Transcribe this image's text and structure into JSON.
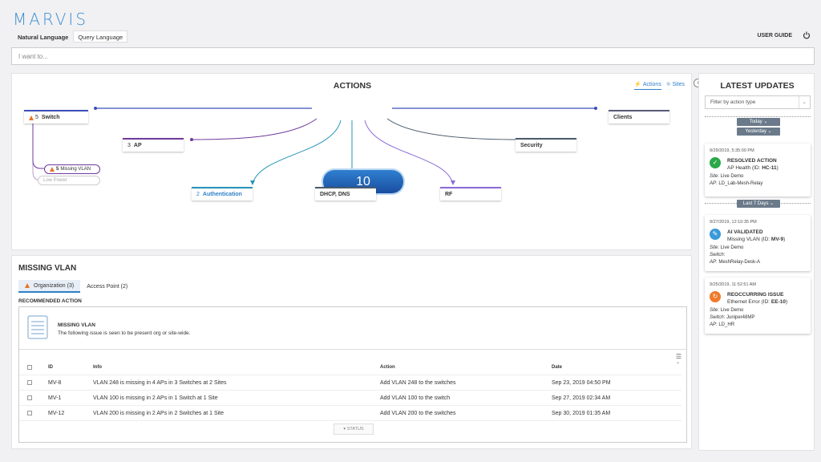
{
  "app": {
    "logo": "MARVIS"
  },
  "header": {
    "mode_tabs": [
      "Natural Language",
      "Query Language"
    ],
    "user_guide": "USER GUIDE"
  },
  "search": {
    "placeholder": "I want to..."
  },
  "actions": {
    "title": "ACTIONS",
    "view_actions": "Actions",
    "view_sites": "Sites",
    "total": "10",
    "nodes": {
      "switch": {
        "count": "5",
        "label": "Switch"
      },
      "ap": {
        "count": "3",
        "label": "AP"
      },
      "authentication": {
        "count": "2",
        "label": "Authentication"
      },
      "dhcp": {
        "label": "DHCP, DNS"
      },
      "rf": {
        "label": "RF"
      },
      "security": {
        "label": "Security"
      },
      "clients": {
        "label": "Clients"
      }
    },
    "sub_items": {
      "missing_vlan": {
        "count": "5",
        "label": "Missing VLAN"
      },
      "low_power": {
        "label": "Low Power"
      }
    }
  },
  "detail": {
    "title": "MISSING VLAN",
    "tabs": [
      "Organization (3)",
      "Access Point (2)"
    ],
    "recommended_label": "RECOMMENDED ACTION",
    "issue_name": "MISSING VLAN",
    "issue_desc": "The following issue is seen to be present org or site-wide.",
    "columns": {
      "id": "ID",
      "info": "Info",
      "action": "Action",
      "date": "Date"
    },
    "rows": [
      {
        "id": "MV-8",
        "info": "VLAN 248 is missing in 4 APs in 3 Switches at 2 Sites",
        "action": "Add VLAN 248 to the switches",
        "date": "Sep 23, 2019 04:50 PM"
      },
      {
        "id": "MV-1",
        "info": "VLAN 100 is missing in 2 APs in 1 Switch at 1 Site",
        "action": "Add VLAN 100 to the switch",
        "date": "Sep 27, 2019 02:34 AM"
      },
      {
        "id": "MV-12",
        "info": "VLAN 200 is missing in 2 APs in 2 Switches at 1 Site",
        "action": "Add VLAN 200 to the switches",
        "date": "Sep 30, 2019 01:35 AM"
      }
    ],
    "status_button": "STATUS"
  },
  "updates": {
    "title": "LATEST UPDATES",
    "filter_placeholder": "Filter by action type",
    "tags": {
      "today": "Today",
      "yesterday": "Yesterday",
      "last7": "Last 7 Days"
    },
    "cards": [
      {
        "timestamp": "9/29/2019, 5:35:00 PM",
        "title": "RESOLVED ACTION",
        "subtitle_prefix": "AP Health (ID: ",
        "subtitle_id": "HC-11",
        "lines": [
          {
            "k": "Site",
            "v": ": Live Demo"
          },
          {
            "k": "AP",
            "v": ": LD_Lab-Mesh-Relay"
          }
        ],
        "color": "#2aa84a"
      },
      {
        "timestamp": "9/27/2019, 12:10:35 PM",
        "title": "AI VALIDATED",
        "subtitle_prefix": "Missing VLAN (ID: ",
        "subtitle_id": "MV-9",
        "lines": [
          {
            "k": "Site",
            "v": ": Live Demo"
          },
          {
            "k": "Switch",
            "v": ":"
          },
          {
            "k": "AP",
            "v": ": MeshRelay-Desk-A"
          }
        ],
        "color": "#3a9ad9"
      },
      {
        "timestamp": "9/25/2019, 11:52:51 AM",
        "title": "REOCCURRING ISSUE",
        "subtitle_prefix": "Ethernet Error (ID: ",
        "subtitle_id": "EE-10",
        "lines": [
          {
            "k": "Site",
            "v": ": Live Demo"
          },
          {
            "k": "Switch",
            "v": ": Juniper48MP"
          },
          {
            "k": "AP",
            "v": ": LD_HR"
          }
        ],
        "color": "#f07a2a"
      }
    ]
  },
  "colors": {
    "accent": "#2f80c8",
    "brand": "#3f8fd2",
    "warning": "#e8742a"
  }
}
